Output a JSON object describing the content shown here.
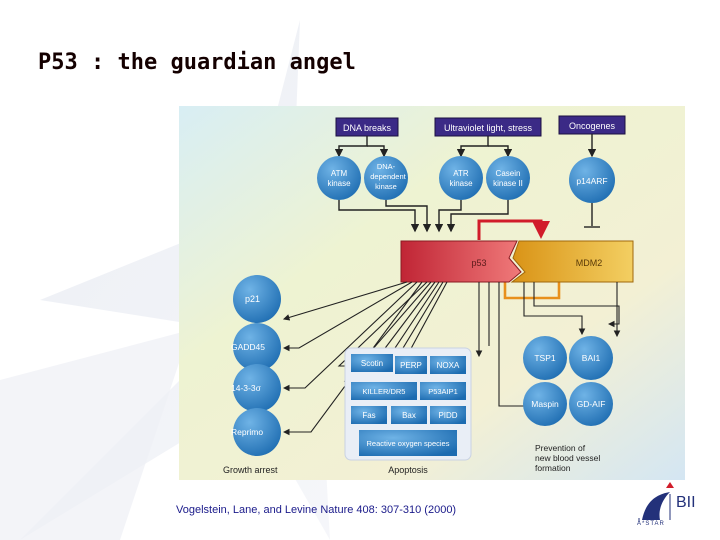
{
  "slide": {
    "title": "P53 : the guardian angel",
    "citation": "Vogelstein, Lane, and Levine  Nature 408: 307-310 (2000)"
  },
  "diagram": {
    "signals": {
      "dna_breaks": "DNA breaks",
      "uv_stress": "Ultraviolet light, stress",
      "oncogenes": "Oncogenes"
    },
    "kinases": {
      "atm": [
        "ATM",
        "kinase"
      ],
      "dna_pk": [
        "DNA-",
        "dependent",
        "kinase"
      ],
      "atr": [
        "ATR",
        "kinase"
      ],
      "casein": [
        "Casein",
        "kinase II"
      ],
      "p14arf": "p14ARF"
    },
    "core": {
      "p53": "p53",
      "mdm2": "MDM2"
    },
    "growth_arrest": {
      "items": [
        "p21",
        "GADD45",
        "14-3-3σ",
        "Reprimo"
      ],
      "caption": "Growth arrest"
    },
    "apoptosis": {
      "items": [
        "Scotin",
        "PERP",
        "NOXA",
        "KILLER/DR5",
        "P53AIP1",
        "Fas",
        "Bax",
        "PIDD",
        "Reactive oxygen species"
      ],
      "caption": "Apoptosis"
    },
    "angiogenesis": {
      "items": [
        "TSP1",
        "BAI1",
        "Maspin",
        "GD-AIF"
      ],
      "caption": [
        "Prevention of",
        "new blood vessel",
        "formation"
      ]
    }
  },
  "logo": {
    "text": "BII",
    "org": "A*STAR"
  },
  "colors": {
    "title": "#140000",
    "node_blue": "#2e7fc4",
    "box_purple": "#3b2a86",
    "p53_red": "#c8303a",
    "mdm2_gold": "#e6a41c",
    "citation": "#1a1a8a"
  }
}
